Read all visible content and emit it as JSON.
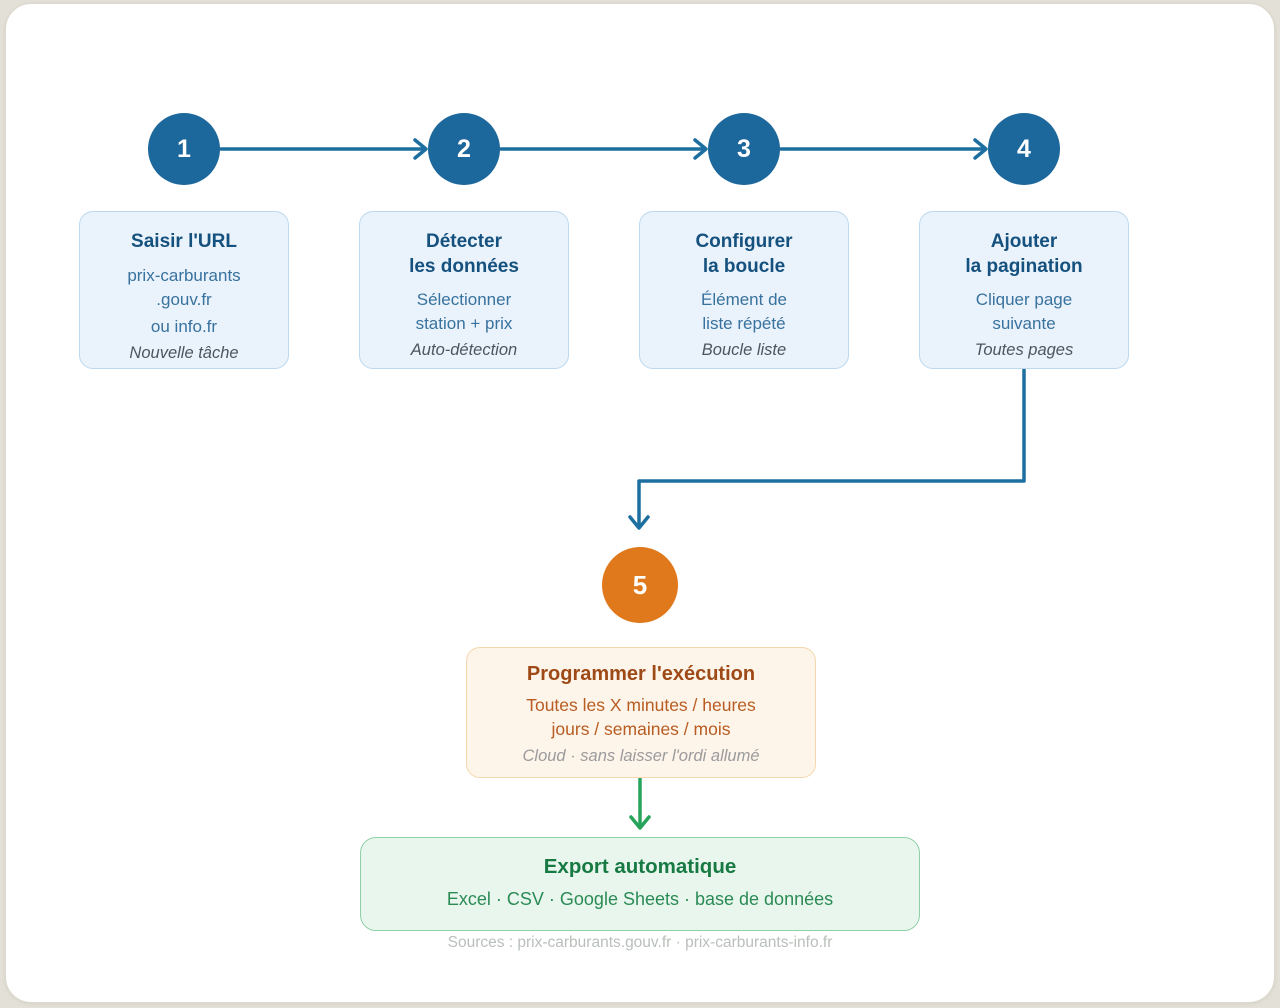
{
  "colors": {
    "page_background": "#e3e0d7",
    "card_background": "#ffffff",
    "step_circle_blue": "#1c679b",
    "connector_blue": "#1d6fa0",
    "step_box_fill": "#eaf2fb",
    "step_box_border": "#bdd9ef",
    "step_title_blue": "#15517e",
    "step_body_blue": "#38729e",
    "step_note_gray": "#4d565e",
    "schedule_circle_orange": "#e0791b",
    "schedule_panel_fill": "#fdf4ea",
    "schedule_panel_border": "#f5d7ad",
    "schedule_title_brown": "#9e4a16",
    "schedule_body_orange": "#b85c21",
    "schedule_note_gray": "#9b9b9d",
    "export_arrow_green": "#27a35c",
    "export_panel_fill": "#e9f6ee",
    "export_panel_border": "#8fd0a9",
    "export_title_green": "#177a43",
    "export_body_green": "#2b8b55",
    "sources_gray": "#b9bfba"
  },
  "steps": [
    {
      "number": "1",
      "title": "Saisir l'URL",
      "body_primary": "prix-carburants\n.gouv.fr",
      "body_secondary": "ou info.fr",
      "note": "Nouvelle tâche"
    },
    {
      "number": "2",
      "title": "Détecter\nles données",
      "body_primary": "Sélectionner\nstation + prix",
      "note": "Auto-détection"
    },
    {
      "number": "3",
      "title": "Configurer\nla boucle",
      "body_primary": "Élément de\nliste répété",
      "note": "Boucle liste"
    },
    {
      "number": "4",
      "title": "Ajouter\nla pagination",
      "body_primary": "Cliquer page\nsuivante",
      "note": "Toutes pages"
    }
  ],
  "schedule_step": {
    "number": "5",
    "title": "Programmer l'exécution",
    "body": "Toutes les X minutes / heures\njours / semaines / mois",
    "note": "Cloud · sans laisser l'ordi allumé"
  },
  "export_step": {
    "title": "Export automatique",
    "body": "Excel · CSV · Google Sheets · base de données"
  },
  "footer": {
    "sources": "Sources : prix-carburants.gouv.fr · prix-carburants-info.fr"
  }
}
